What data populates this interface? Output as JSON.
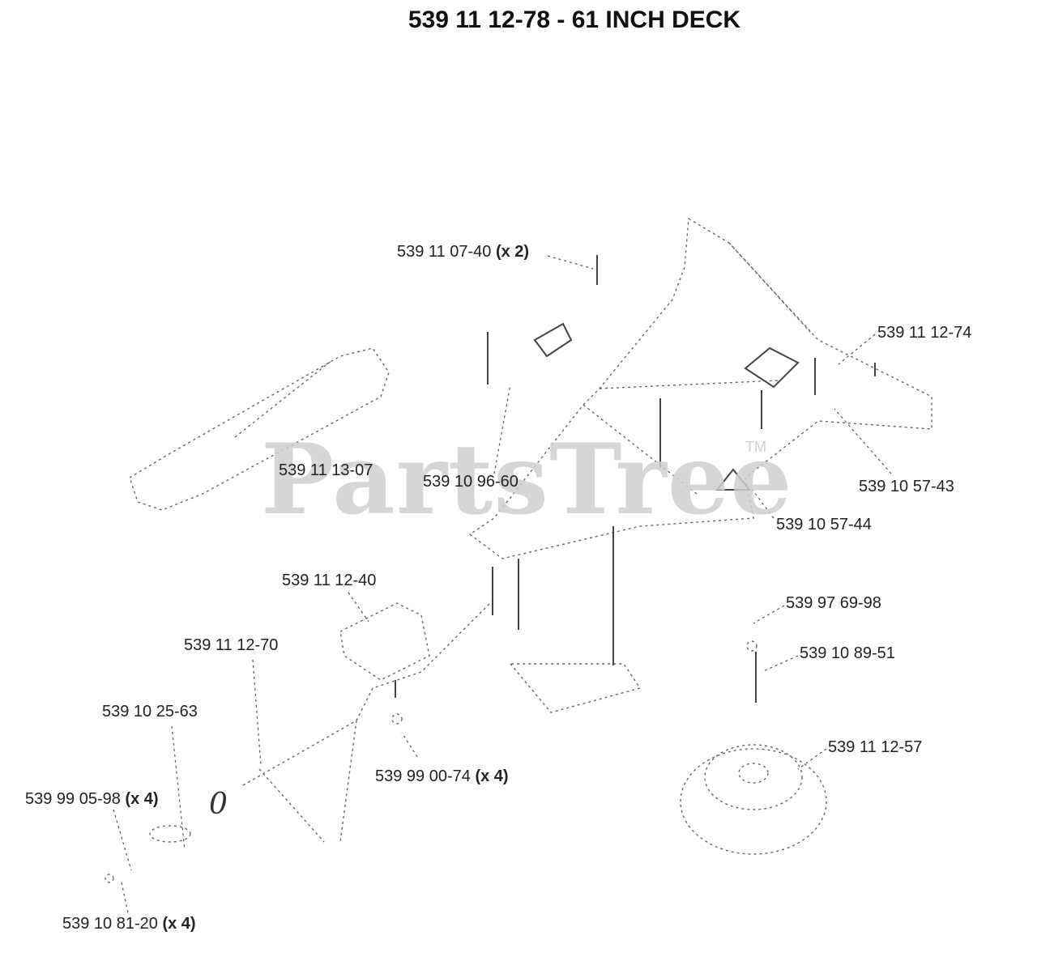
{
  "title": "539 11 12-78 - 61 INCH DECK",
  "watermark": "PartsTree",
  "watermark_tm": "TM",
  "parts": [
    {
      "id": "p1",
      "number": "539 11 07-40",
      "qty": "(x 2)"
    },
    {
      "id": "p2",
      "number": "539 11 12-74",
      "qty": ""
    },
    {
      "id": "p3",
      "number": "539 11 13-07",
      "qty": ""
    },
    {
      "id": "p4",
      "number": "539 10 96-60",
      "qty": ""
    },
    {
      "id": "p5",
      "number": "539 10 57-43",
      "qty": ""
    },
    {
      "id": "p6",
      "number": "539 10 57-44",
      "qty": ""
    },
    {
      "id": "p7",
      "number": "539 11 12-40",
      "qty": ""
    },
    {
      "id": "p8",
      "number": "539 97 69-98",
      "qty": ""
    },
    {
      "id": "p9",
      "number": "539 11 12-70",
      "qty": ""
    },
    {
      "id": "p10",
      "number": "539 10 89-51",
      "qty": ""
    },
    {
      "id": "p11",
      "number": "539 10 25-63",
      "qty": ""
    },
    {
      "id": "p12",
      "number": "539 11 12-57",
      "qty": ""
    },
    {
      "id": "p13",
      "number": "539 99 00-74",
      "qty": "(x 4)"
    },
    {
      "id": "p14",
      "number": "539 99 05-98",
      "qty": "(x 4)"
    },
    {
      "id": "p15",
      "number": "539 10 81-20",
      "qty": "(x 4)"
    }
  ],
  "colors": {
    "line": "#555555",
    "text": "#222222",
    "watermark": "#cfcfcf"
  }
}
